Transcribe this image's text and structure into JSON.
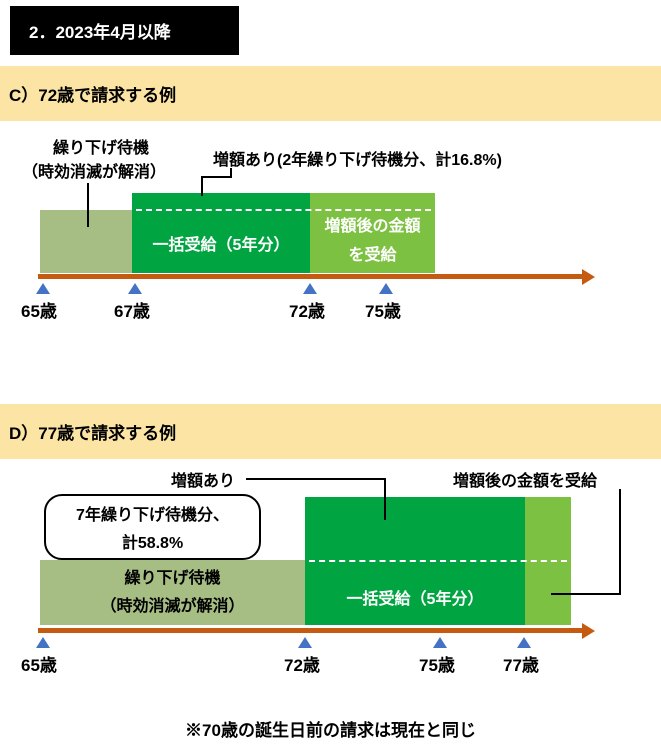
{
  "page_title": "2．2023年4月以降",
  "footnote": "※70歳の誕生日前の請求は現在と同じ",
  "colors": {
    "header_band": "#FCE5A4",
    "deferral_green": "#A6BE84",
    "lumpsum_green": "#00A541",
    "increased_green": "#7DC142",
    "timeline_orange": "#C55A11",
    "marker_blue": "#4472C4"
  },
  "section_c": {
    "header": "C）72歳で請求する例",
    "label_wait_line1": "繰り下げ待機",
    "label_wait_line2": "（時効消滅が解消）",
    "label_increase": "増額あり(2年繰り下げ待機分、計16.8%)",
    "box_lump": "一括受給（5年分）",
    "box_after_line1": "増額後の金額",
    "box_after_line2": "を受給",
    "ages": [
      "65歳",
      "67歳",
      "72歳",
      "75歳"
    ]
  },
  "section_d": {
    "header": "D）77歳で請求する例",
    "label_increase": "増額あり",
    "label_after": "増額後の金額を受給",
    "bracket_line1": "7年繰り下げ待機分、",
    "bracket_line2": "計58.8%",
    "box_wait_line1": "繰り下げ待機",
    "box_wait_line2": "（時効消滅が解消）",
    "box_lump": "一括受給（5年分）",
    "ages": [
      "65歳",
      "72歳",
      "75歳",
      "77歳"
    ]
  }
}
